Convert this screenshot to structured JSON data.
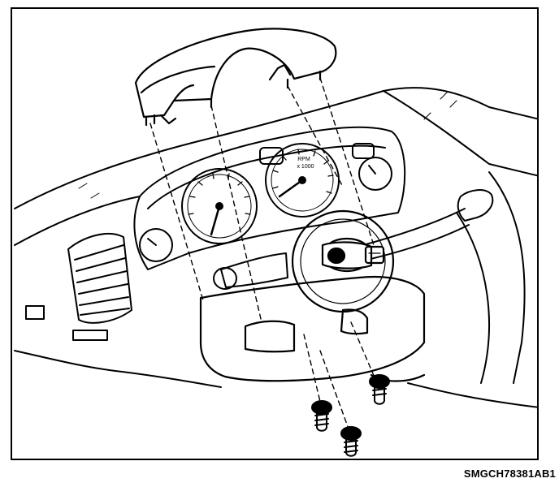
{
  "figure": {
    "reference_code": "SMGCH78381AB1",
    "gauges": {
      "tachometer_units": "RPM",
      "tachometer_scale": "x 1000"
    }
  }
}
